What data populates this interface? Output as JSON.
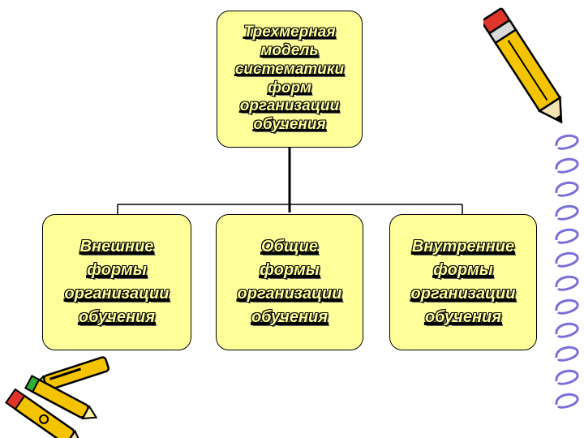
{
  "root": {
    "lines": [
      "Трехмерная",
      "модель",
      "систематики",
      "форм",
      "организации",
      "обучения"
    ]
  },
  "children": [
    {
      "lines": [
        "Внешние",
        "формы",
        "организации",
        "обучения"
      ]
    },
    {
      "lines": [
        "Общие",
        "формы",
        "организации",
        "обучения"
      ]
    },
    {
      "lines": [
        "Внутренние",
        "формы",
        "организации",
        "обучения"
      ]
    }
  ],
  "colors": {
    "box_fill": "#ffff99",
    "pencil_body": "#f5c400",
    "pencil_outline": "#000000",
    "spiral": "#7a6fd8"
  },
  "decorations": [
    "pencil-icon",
    "crayon-group-icon",
    "spiral-binding-icon"
  ]
}
